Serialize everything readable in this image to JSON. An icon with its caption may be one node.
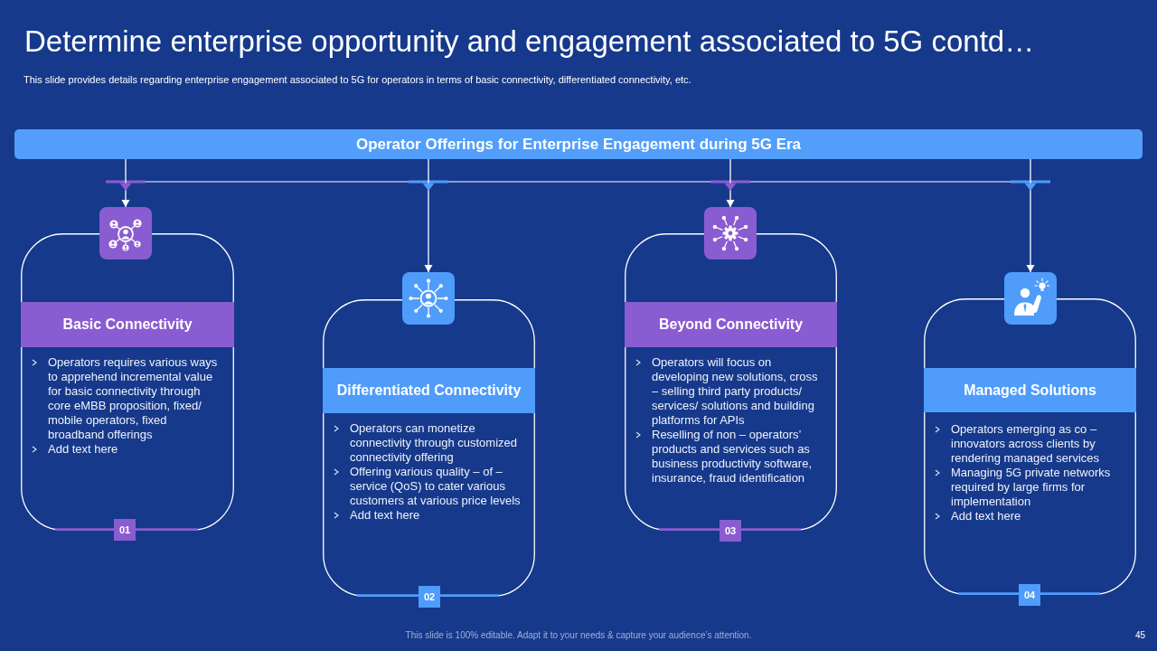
{
  "diagram": {
    "title": "Determine enterprise opportunity and engagement associated to 5G contd…",
    "nodes": [
      {
        "text": [
          "Operator Offerings for Enterprise Engagement during 5G Era"
        ]
      },
      {
        "text": [],
        "shape": "picture"
      },
      {
        "text": [
          "Operators requires various ways to apprehend incremental value for basic connectivity through core eMBB proposition, fixed/ mobile operators, fixed broadband offerings",
          "Add text here"
        ]
      },
      {
        "text": [
          "Basic Connectivity"
        ],
        "in": 2
      },
      {
        "text": [
          "01"
        ]
      },
      {
        "text": [],
        "shape": "picture"
      },
      {
        "text": [
          "Operators can monetize connectivity through customized connectivity offering",
          "Offering various quality – of – service (QoS) to cater various customers at various price levels",
          "Add text here"
        ]
      },
      {
        "text": [
          "Differentiated Connectivity"
        ],
        "in": 6
      },
      {
        "text": [
          "02"
        ]
      },
      {
        "text": [],
        "shape": "picture"
      },
      {
        "text": [
          "Operators will focus on developing new solutions, cross – selling third party products/ services/ solutions and building platforms for APIs",
          "Reselling of non – operators’ products and services such as business productivity software, insurance, fraud identification"
        ]
      },
      {
        "text": [
          "Beyond Connectivity"
        ],
        "in": 10
      },
      {
        "text": [
          "03"
        ]
      },
      {
        "text": [],
        "shape": "picture"
      },
      {
        "text": [
          "Operators emerging as co – innovators across clients by rendering managed services",
          "Managing 5G private networks required by large firms for implementation",
          "Add text here"
        ]
      },
      {
        "text": [
          "Managed Solutions"
        ],
        "in": 14
      },
      {
        "text": [
          "04"
        ]
      }
    ],
    "edges": [
      {
        "from": 0,
        "to": 1,
        "arrow": "to"
      },
      {
        "from": 0,
        "to": 5,
        "arrow": "to"
      },
      {
        "from": 0,
        "to": 9,
        "arrow": "to"
      },
      {
        "from": 0,
        "to": 13,
        "arrow": "to"
      }
    ],
    "labels": [
      "This slide provides details regarding enterprise engagement associated to 5G for operators in terms of basic connectivity, differentiated connectivity, etc.",
      "This slide is 100% editable. Adapt it to your needs & capture your audience’s attention.",
      "45"
    ]
  }
}
